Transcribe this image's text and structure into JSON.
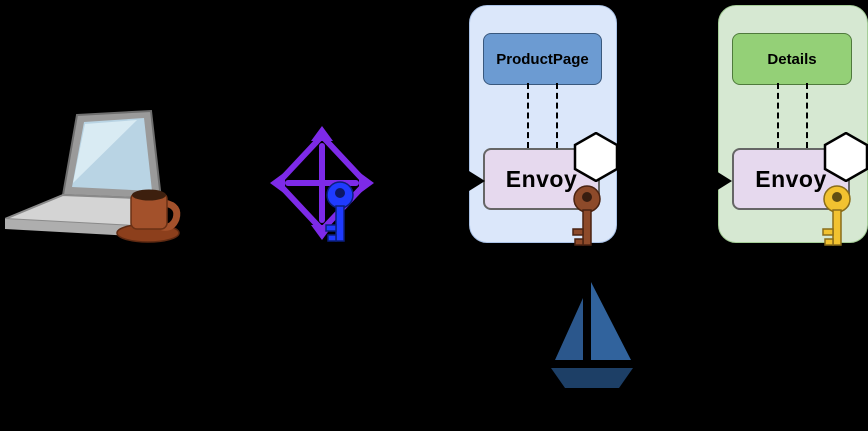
{
  "diagram": {
    "title": "service-mesh-mtls-diagram",
    "background": "#000000",
    "client": {
      "icon": "laptop-icon",
      "accessory_icon": "coffee-mug-icon",
      "screen_color": "#b9d4e4",
      "body_color": "#d4d4d4",
      "mug_color": "#a3512b"
    },
    "gateway": {
      "icon": "gateway-diamond-arrows-icon",
      "color": "#7d2ae8",
      "key_icon": "key-icon",
      "key_color": "#1f3bff"
    },
    "services": [
      {
        "label": "ProductPage",
        "container_color": "#dbe7fa",
        "label_color": "#6c9bd2",
        "envoy_label": "Envoy",
        "envoy_color": "#e6d9ee",
        "badge_icon": "hexagon-icon",
        "key_icon": "key-icon",
        "key_color": "#8d4a2a"
      },
      {
        "label": "Details",
        "container_color": "#d6e8d2",
        "label_color": "#94d077",
        "envoy_label": "Envoy",
        "envoy_color": "#e6d9ee",
        "badge_icon": "hexagon-icon",
        "key_icon": "key-icon",
        "key_color": "#f2c230"
      }
    ],
    "control_plane": {
      "icon": "sailboat-icon",
      "sail_color": "#31639d",
      "hull_color": "#1d3f66"
    },
    "connector_color": "#000000"
  }
}
